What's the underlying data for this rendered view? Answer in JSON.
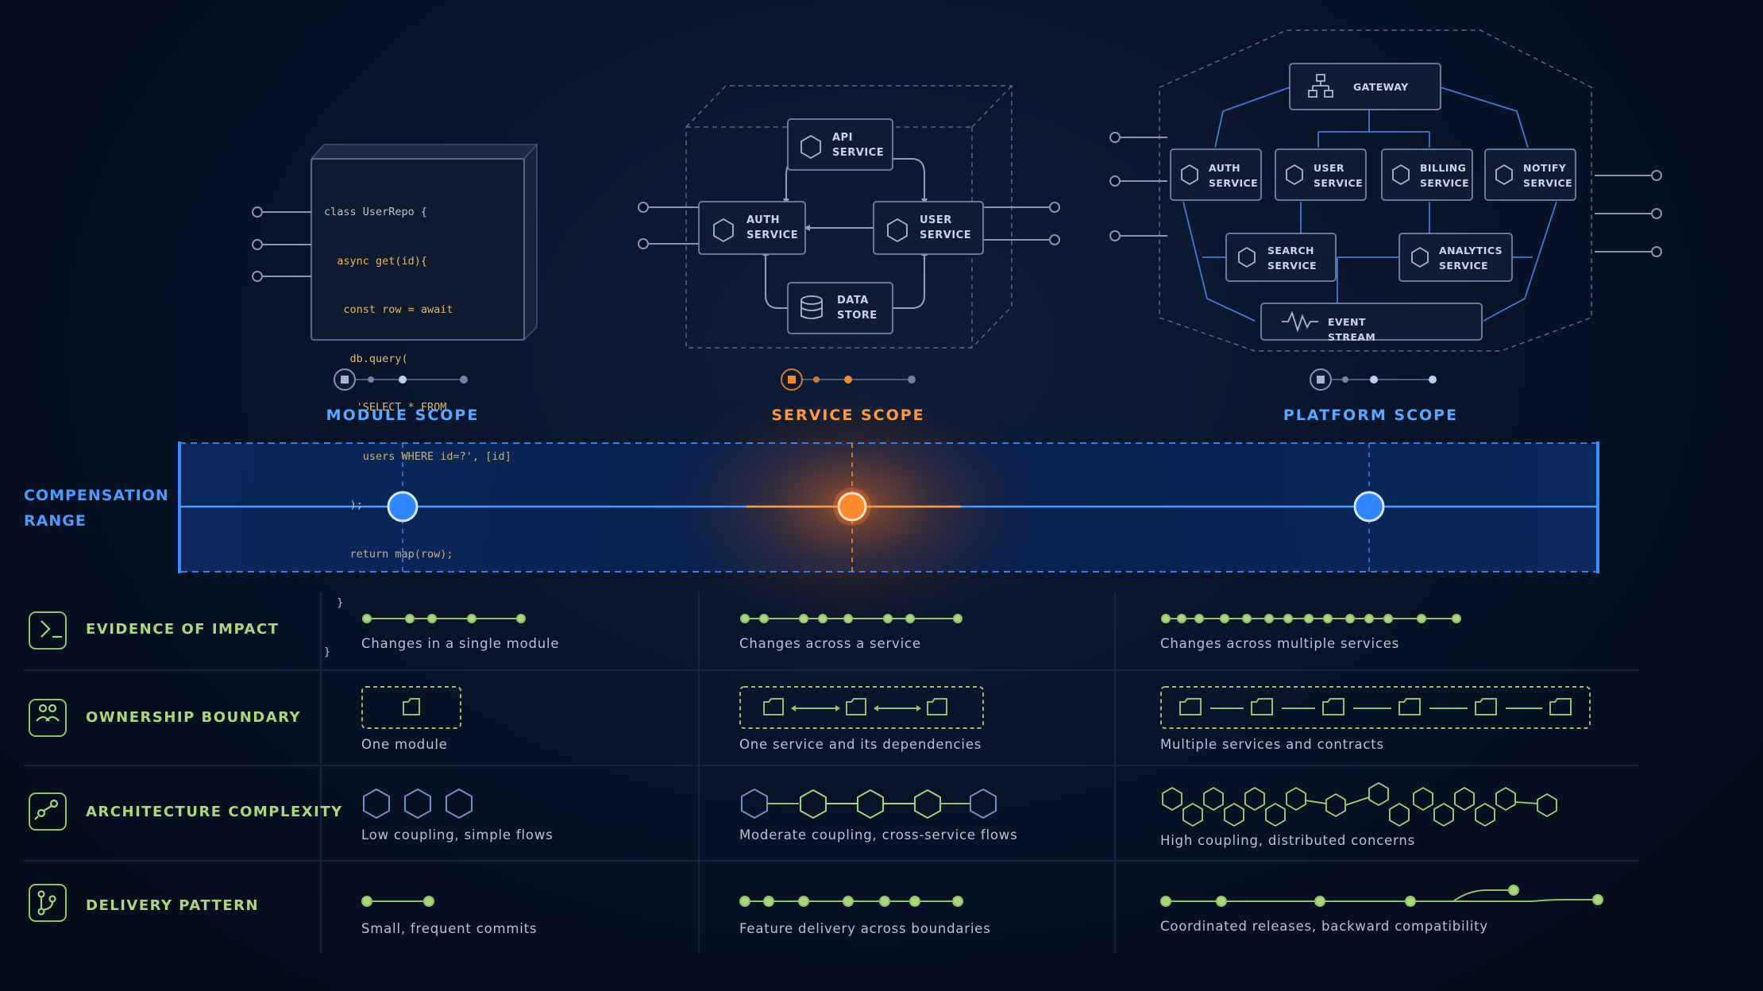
{
  "scopes": {
    "module": {
      "label": "MODULE SCOPE"
    },
    "service": {
      "label": "SERVICE SCOPE"
    },
    "platform": {
      "label": "PLATFORM SCOPE"
    }
  },
  "code": {
    "lines": [
      "class UserRepo {",
      "  async get(id){",
      "   const row = await",
      "    db.query(",
      "     'SELECT * FROM",
      "      users WHERE id=?', [id]",
      "    );",
      "    return map(row);",
      "  }",
      "}"
    ]
  },
  "service_diagram": {
    "api": [
      "API",
      "SERVICE"
    ],
    "auth": [
      "AUTH",
      "SERVICE"
    ],
    "user": [
      "USER",
      "SERVICE"
    ],
    "data": [
      "DATA",
      "STORE"
    ]
  },
  "platform_diagram": {
    "gateway": "GATEWAY",
    "auth": [
      "AUTH",
      "SERVICE"
    ],
    "user": [
      "USER",
      "SERVICE"
    ],
    "billing": [
      "BILLING",
      "SERVICE"
    ],
    "notify": [
      "NOTIFY",
      "SERVICE"
    ],
    "search": [
      "SEARCH",
      "SERVICE"
    ],
    "analytics": [
      "ANALYTICS",
      "SERVICE"
    ],
    "event": "EVENT STREAM"
  },
  "compensation": {
    "label_line1": "COMPENSATION",
    "label_line2": "RANGE"
  },
  "rows": [
    {
      "title": "EVIDENCE OF IMPACT",
      "icon": "terminal-icon",
      "cells": [
        "Changes in a single module",
        "Changes across a service",
        "Changes across multiple services"
      ]
    },
    {
      "title": "OWNERSHIP BOUNDARY",
      "icon": "people-icon",
      "cells": [
        "One module",
        "One service and its dependencies",
        "Multiple services and contracts"
      ]
    },
    {
      "title": "ARCHITECTURE COMPLEXITY",
      "icon": "architecture-icon",
      "cells": [
        "Low coupling, simple flows",
        "Moderate coupling, cross-service flows",
        "High coupling, distributed concerns"
      ]
    },
    {
      "title": "DELIVERY PATTERN",
      "icon": "branch-icon",
      "cells": [
        "Small, frequent commits",
        "Feature delivery across boundaries",
        "Coordinated releases, backward compatibility"
      ]
    }
  ],
  "colors": {
    "blue": "#4d9bff",
    "orange": "#ff8a2a",
    "green": "#9fd67a",
    "box": "#0d1a30"
  }
}
